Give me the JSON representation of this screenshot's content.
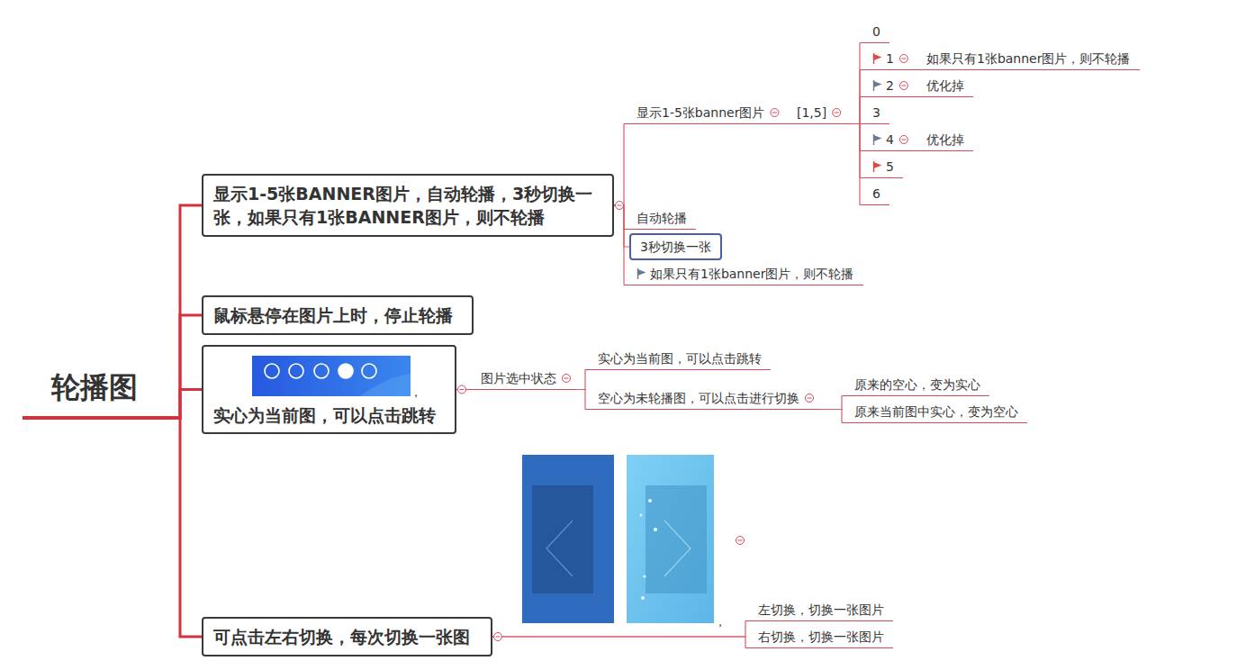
{
  "diagram": {
    "nodes": [
      {
        "text": [
          "轮播图"
        ]
      },
      {
        "text": [
          "显示1-5张BANNER图片，自动轮播，3秒切换一张，如果只有1张BANNER图片，则不轮播"
        ]
      },
      {
        "text": [
          "显示1-5张banner图片"
        ]
      },
      {
        "text": [
          "[1,5]"
        ]
      },
      {
        "text": [
          "0"
        ]
      },
      {
        "text": [
          "1"
        ]
      },
      {
        "text": [
          "如果只有1张banner图片，则不轮播"
        ]
      },
      {
        "text": [
          "2"
        ]
      },
      {
        "text": [
          "优化掉"
        ]
      },
      {
        "text": [
          "3"
        ]
      },
      {
        "text": [
          "4"
        ]
      },
      {
        "text": [
          "优化掉"
        ]
      },
      {
        "text": [
          "5"
        ]
      },
      {
        "text": [
          "6"
        ]
      },
      {
        "text": [
          "自动轮播"
        ]
      },
      {
        "text": [
          "3秒切换一张"
        ]
      },
      {
        "text": [
          "如果只有1张banner图片，则不轮播"
        ]
      },
      {
        "text": [
          "鼠标悬停在图片上时，停止轮播"
        ]
      },
      {
        "text": [
          "实心为当前图，可以点击跳转"
        ]
      },
      {
        "text": [
          "图片选中状态"
        ]
      },
      {
        "text": [
          "实心为当前图，可以点击跳转"
        ]
      },
      {
        "text": [
          "空心为未轮播图，可以点击进行切换"
        ]
      },
      {
        "text": [
          "原来的空心，变为实心"
        ]
      },
      {
        "text": [
          "原来当前图中实心，变为空心"
        ]
      },
      {
        "text": [
          "可点击左右切换，每次切换一张图"
        ]
      },
      {
        "text": [
          "左切换，切换一张图片"
        ]
      },
      {
        "text": [
          "右切换，切换一张图片"
        ]
      }
    ],
    "edges": [
      {
        "from": 0,
        "to": 1,
        "arrow": "none"
      },
      {
        "from": 0,
        "to": 17,
        "arrow": "none"
      },
      {
        "from": 0,
        "to": 18,
        "arrow": "none"
      },
      {
        "from": 0,
        "to": 24,
        "arrow": "none"
      },
      {
        "from": 1,
        "to": 2,
        "arrow": "none"
      },
      {
        "from": 2,
        "to": 3,
        "arrow": "none"
      },
      {
        "from": 3,
        "to": 4,
        "arrow": "none"
      },
      {
        "from": 3,
        "to": 5,
        "arrow": "none"
      },
      {
        "from": 5,
        "to": 6,
        "arrow": "none"
      },
      {
        "from": 3,
        "to": 7,
        "arrow": "none"
      },
      {
        "from": 7,
        "to": 8,
        "arrow": "none"
      },
      {
        "from": 3,
        "to": 9,
        "arrow": "none"
      },
      {
        "from": 3,
        "to": 10,
        "arrow": "none"
      },
      {
        "from": 10,
        "to": 11,
        "arrow": "none"
      },
      {
        "from": 3,
        "to": 12,
        "arrow": "none"
      },
      {
        "from": 3,
        "to": 13,
        "arrow": "none"
      },
      {
        "from": 1,
        "to": 14,
        "arrow": "none"
      },
      {
        "from": 1,
        "to": 15,
        "arrow": "none"
      },
      {
        "from": 1,
        "to": 16,
        "arrow": "none"
      },
      {
        "from": 18,
        "to": 19,
        "arrow": "none"
      },
      {
        "from": 19,
        "to": 20,
        "arrow": "none"
      },
      {
        "from": 19,
        "to": 21,
        "arrow": "none"
      },
      {
        "from": 21,
        "to": 22,
        "arrow": "none"
      },
      {
        "from": 21,
        "to": 23,
        "arrow": "none"
      },
      {
        "from": 24,
        "to": 25,
        "arrow": "none"
      },
      {
        "from": 24,
        "to": 26,
        "arrow": "none"
      }
    ],
    "labels": [
      "，",
      "，"
    ]
  }
}
